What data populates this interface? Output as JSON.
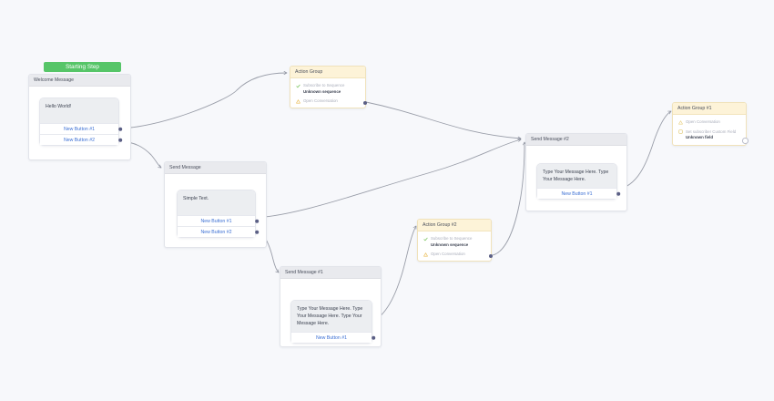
{
  "canvas": {
    "background": "#f7f8fb",
    "accent_blue": "#3b6fd4",
    "accent_green": "#56c568",
    "action_header": "#fdf3d8",
    "message_header": "#e9eaee",
    "port_color": "#5b5f85"
  },
  "start_badge": {
    "label": "Starting Step"
  },
  "nodes": [
    {
      "id": "welcome-message",
      "type": "message",
      "title": "Welcome Message",
      "bubble": "Hello World!",
      "buttons": [
        {
          "label": "New Button #1"
        },
        {
          "label": "New Button #2"
        }
      ]
    },
    {
      "id": "action-group",
      "type": "action",
      "title": "Action Group",
      "actions": [
        {
          "icon": "subscribe-icon",
          "title": "Subscribe to Sequence",
          "sub": "Unknown sequence"
        },
        {
          "icon": "conversation-icon",
          "title": "Open Conversation",
          "sub": ""
        }
      ]
    },
    {
      "id": "send-message",
      "type": "message",
      "title": "Send Message",
      "bubble": "Simple Text.",
      "buttons": [
        {
          "label": "New Button #1"
        },
        {
          "label": "New Button #2"
        }
      ]
    },
    {
      "id": "send-message-2",
      "type": "message",
      "title": "Send Message #2",
      "bubble": "Type Your Message Here. Type Your Message Here.",
      "buttons": [
        {
          "label": "New Button #1"
        }
      ]
    },
    {
      "id": "send-message-1",
      "type": "message",
      "title": "Send Message #1",
      "bubble": "Type Your Message Here. Type Your Message Here. Type Your Message Here.",
      "buttons": [
        {
          "label": "New Button #1"
        }
      ]
    },
    {
      "id": "action-group-2",
      "type": "action",
      "title": "Action Group #2",
      "actions": [
        {
          "icon": "subscribe-icon",
          "title": "Subscribe to Sequence",
          "sub": "Unknown sequence"
        },
        {
          "icon": "conversation-icon",
          "title": "Open Conversation",
          "sub": ""
        }
      ]
    },
    {
      "id": "action-group-1",
      "type": "action",
      "title": "Action Group #1",
      "actions": [
        {
          "icon": "conversation-icon",
          "title": "Open Conversation",
          "sub": ""
        },
        {
          "icon": "custom-field-icon",
          "title": "Set subscriber Custom Field",
          "sub": "Unknown field"
        }
      ]
    }
  ]
}
